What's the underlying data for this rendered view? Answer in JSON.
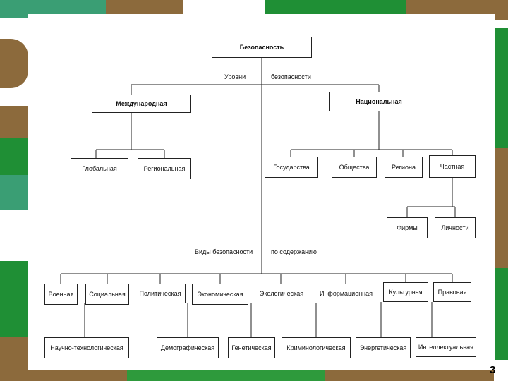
{
  "colors": {
    "green": "#2e9a3c",
    "brown": "#8c6a3c",
    "teal": "#3a9e74"
  },
  "root": "Безопасность",
  "levels_caption": {
    "left": "Уровни",
    "right": "безопасности"
  },
  "level1": {
    "international": "Международная",
    "national": "Национальная"
  },
  "international_children": [
    "Глобальная",
    "Региональная"
  ],
  "national_children": [
    "Государства",
    "Общества",
    "Региона",
    "Частная"
  ],
  "private_children": [
    "Фирмы",
    "Личности"
  ],
  "types_caption": {
    "left": "Виды безопасности",
    "right": "по содержанию"
  },
  "types_row1": [
    "Военная",
    "Социальная",
    "Политическая",
    "Экономическая",
    "Экологическая",
    "Информационная",
    "Культурная",
    "Правовая"
  ],
  "types_row2": [
    "Научно-технологическая",
    "Демографическая",
    "Генетическая",
    "Криминологическая",
    "Энергетическая",
    "Интеллектуальная"
  ],
  "page_number": "3"
}
